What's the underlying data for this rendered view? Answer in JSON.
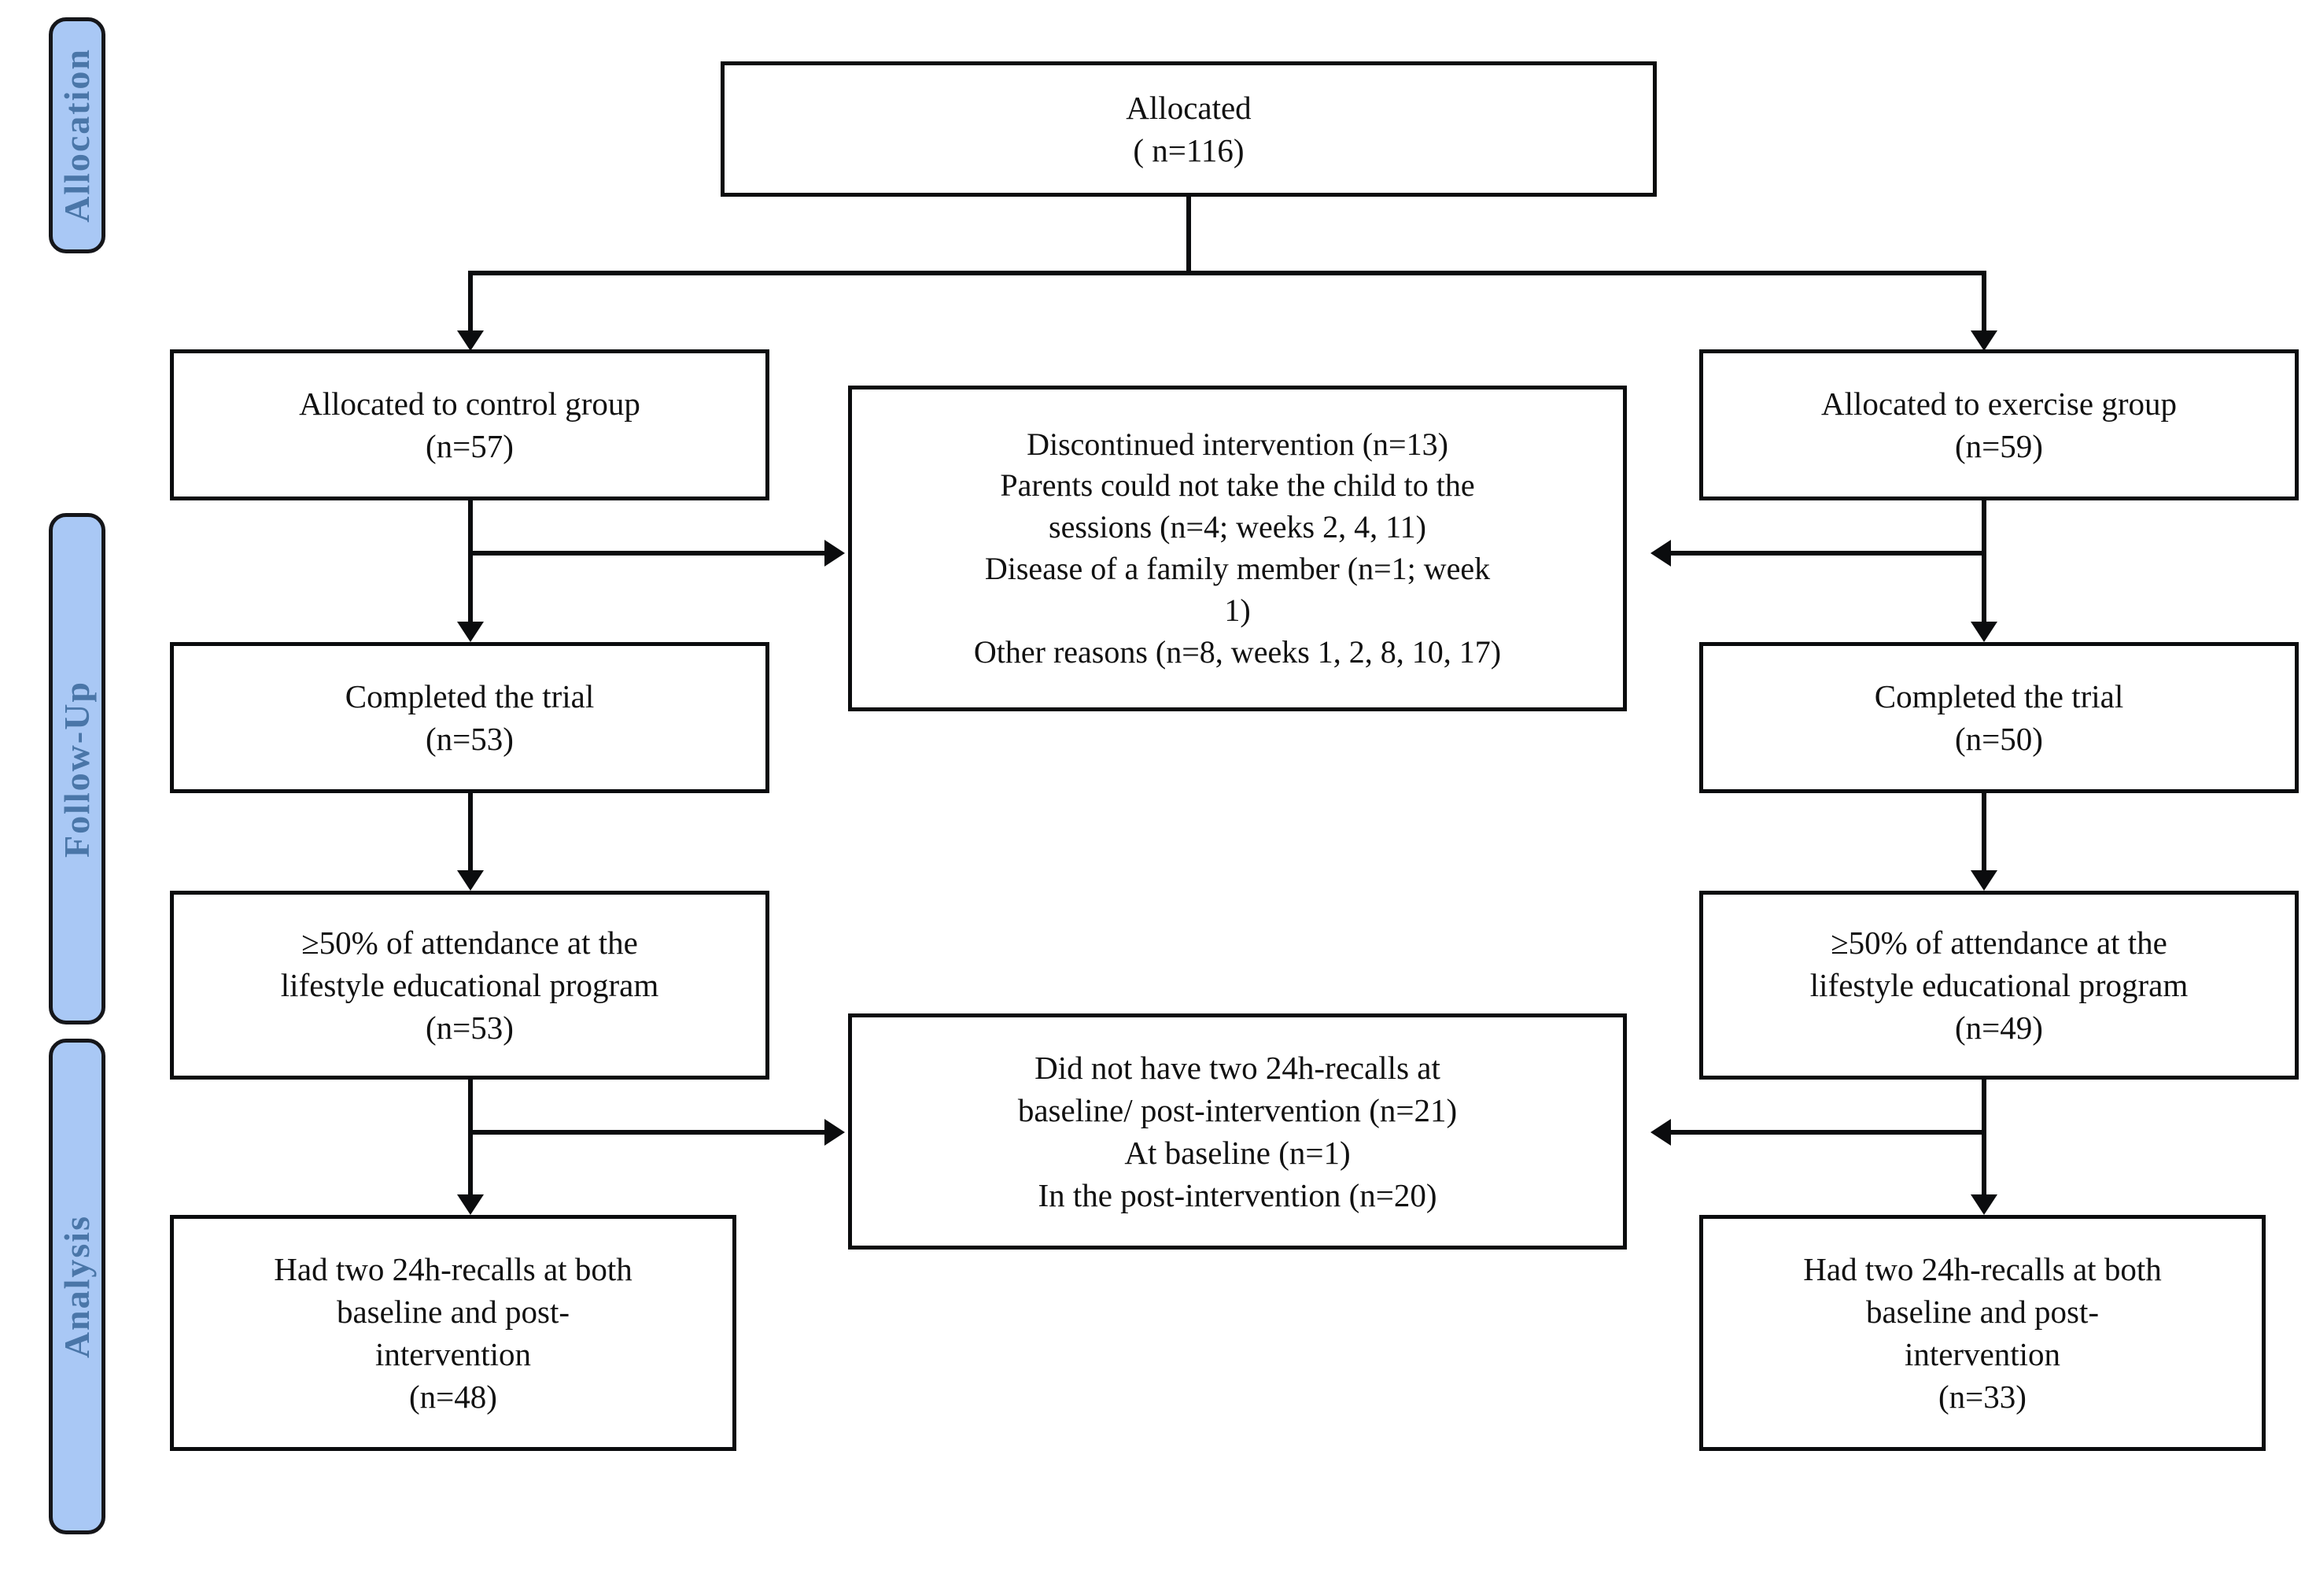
{
  "diagram": {
    "type": "consort-flow-diagram",
    "stage_color": "#A9C8F5",
    "stage_text_color": "#4A76A8",
    "line_color": "#0b0c0e"
  },
  "stages": [
    {
      "id": "allocation",
      "label": "Allocation"
    },
    {
      "id": "follow-up",
      "label": "Follow-Up"
    },
    {
      "id": "analysis",
      "label": "Analysis"
    }
  ],
  "nodes": {
    "allocated": {
      "line1": "Allocated",
      "line2": "( n=116)"
    },
    "control_alloc": {
      "line1": "Allocated to control group",
      "line2": "(n=57)"
    },
    "exercise_alloc": {
      "line1": "Allocated to exercise group",
      "line2": "(n=59)"
    },
    "discontinued": {
      "line1": "Discontinued intervention (n=13)",
      "line2": "Parents could not take the child to the",
      "line3": "sessions (n=4; weeks 2, 4, 11)",
      "line4": "Disease of a family member (n=1; week",
      "line5": "1)",
      "line6": "Other reasons (n=8, weeks 1, 2, 8, 10, 17)"
    },
    "control_completed": {
      "line1": "Completed the trial",
      "line2": "(n=53)"
    },
    "exercise_completed": {
      "line1": "Completed the trial",
      "line2": "(n=50)"
    },
    "control_attendance": {
      "line1": "≥50% of attendance at the",
      "line2": "lifestyle educational program",
      "line3": "(n=53)"
    },
    "exercise_attendance": {
      "line1": "≥50% of attendance at the",
      "line2": "lifestyle educational program",
      "line3": "(n=49)"
    },
    "no_recalls": {
      "line1": "Did not have two 24h-recalls at",
      "line2": "baseline/ post-intervention (n=21)",
      "line3": "At baseline (n=1)",
      "line4": "In the post-intervention (n=20)"
    },
    "control_analysis": {
      "line1": "Had two 24h-recalls at both",
      "line2": "baseline and post-",
      "line3": "intervention",
      "line4": "(n=48)"
    },
    "exercise_analysis": {
      "line1": "Had two 24h-recalls at both",
      "line2": "baseline and post-",
      "line3": "intervention",
      "line4": "(n=33)"
    }
  }
}
